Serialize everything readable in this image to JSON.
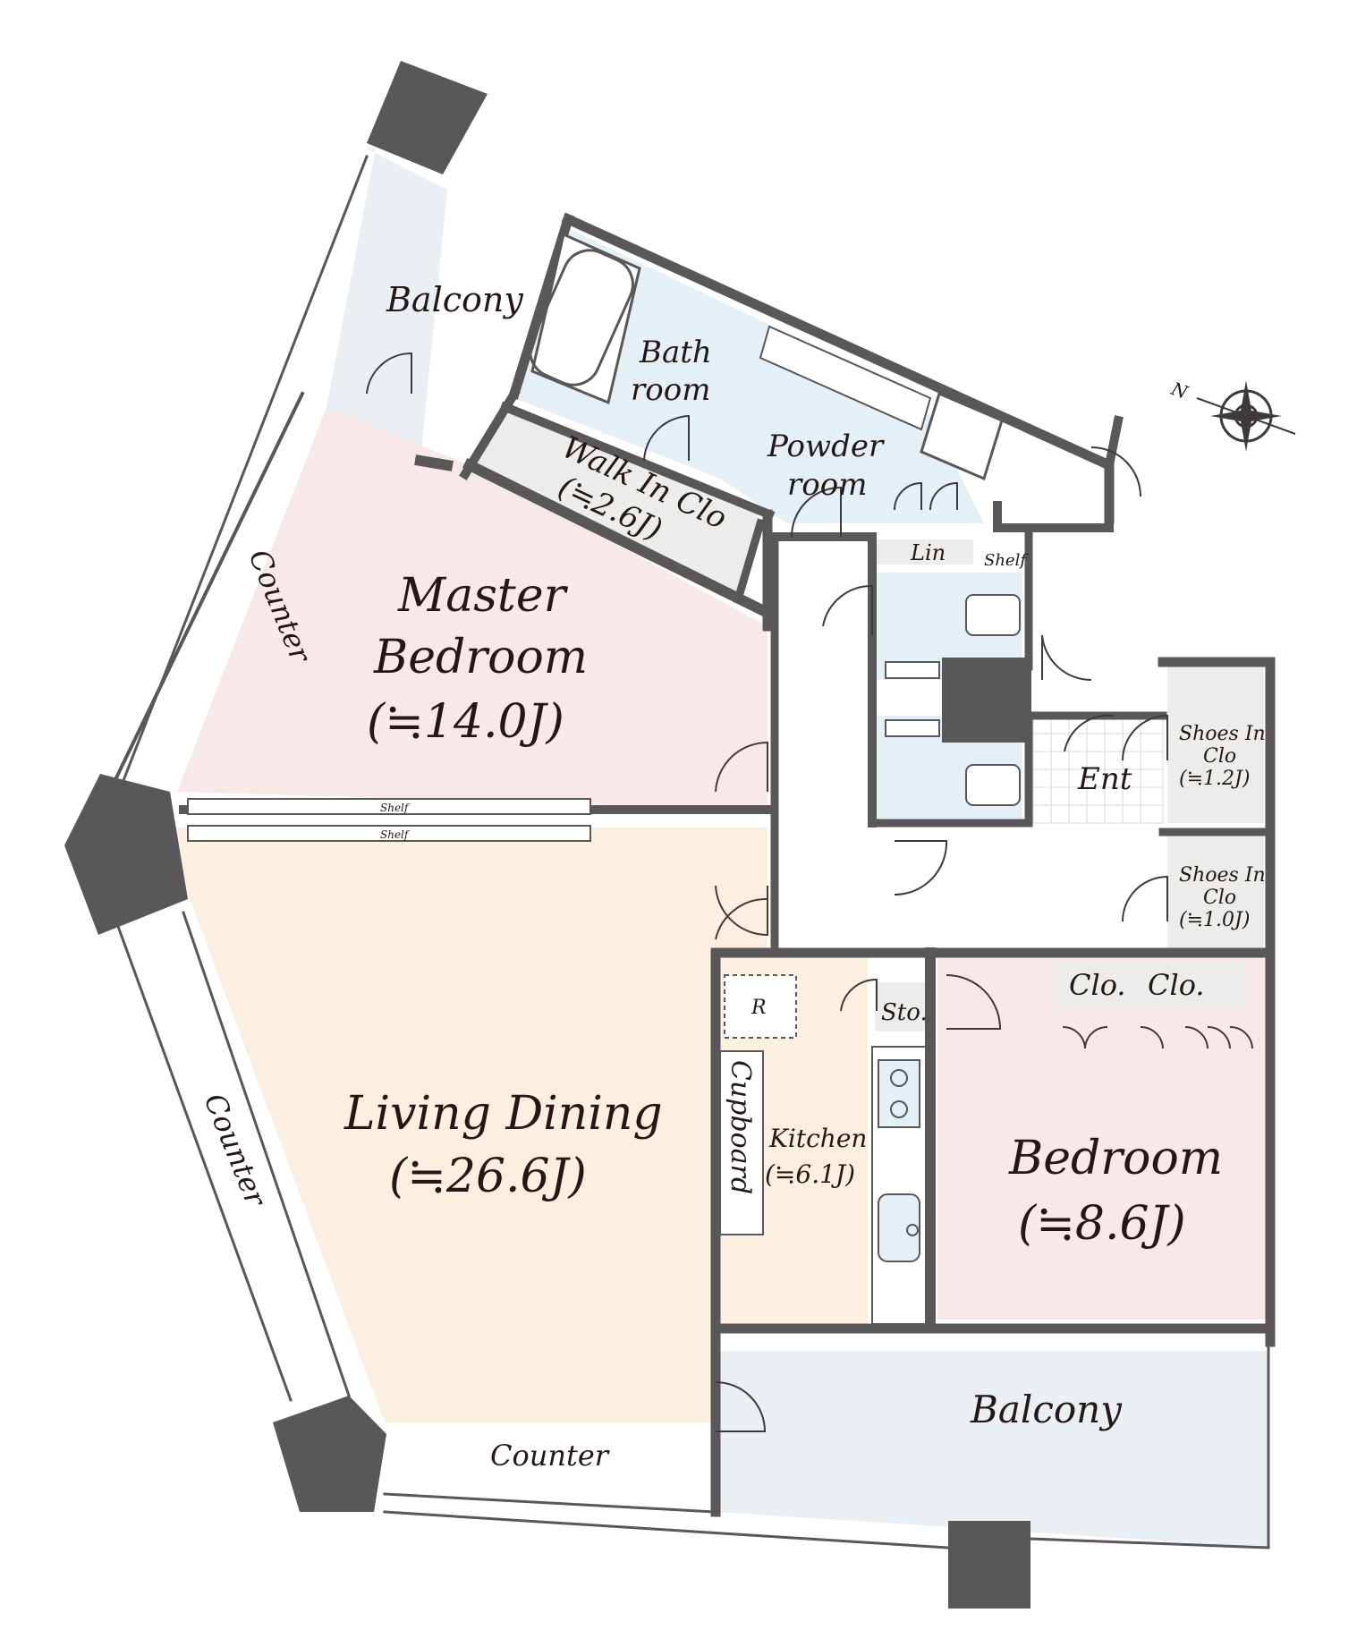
{
  "rooms": {
    "balcony_top": "Balcony",
    "bath": [
      "Bath",
      "room"
    ],
    "powder": [
      "Powder",
      "room"
    ],
    "wic": [
      "Walk In Clo",
      "(≒2.6J)"
    ],
    "master": [
      "Master",
      "Bedroom",
      "(≒14.0J)"
    ],
    "living": [
      "Living Dining",
      "(≒26.6J)"
    ],
    "kitchen": [
      "Kitchen",
      "(≒6.1J)"
    ],
    "bedroom": [
      "Bedroom",
      "(≒8.6J)"
    ],
    "balcony_bottom": "Balcony",
    "ent": "Ent",
    "shoes1": [
      "Shoes In",
      "Clo",
      "(≒1.2J)"
    ],
    "shoes2": [
      "Shoes In",
      "Clo",
      "(≒1.0J)"
    ],
    "lin": "Lin",
    "shelf_small": "Shelf",
    "shelf_a": "Shelf",
    "shelf_b": "Shelf",
    "clo1": "Clo.",
    "clo2": "Clo.",
    "sto": "Sto.",
    "cupboard": "Cupboard",
    "fridge": "R",
    "counter_upper": "Counter",
    "counter_lower": "Counter",
    "counter_bottom": "Counter"
  },
  "compass": {
    "label": "N"
  },
  "colors": {
    "wall": "#595757",
    "bedroom_pink": "#f9e8e8",
    "living_beige": "#fcefe0",
    "wet_blue": "#e5eff6",
    "balcony_grey": "#eaeff3",
    "closet_grey": "#ececea"
  }
}
